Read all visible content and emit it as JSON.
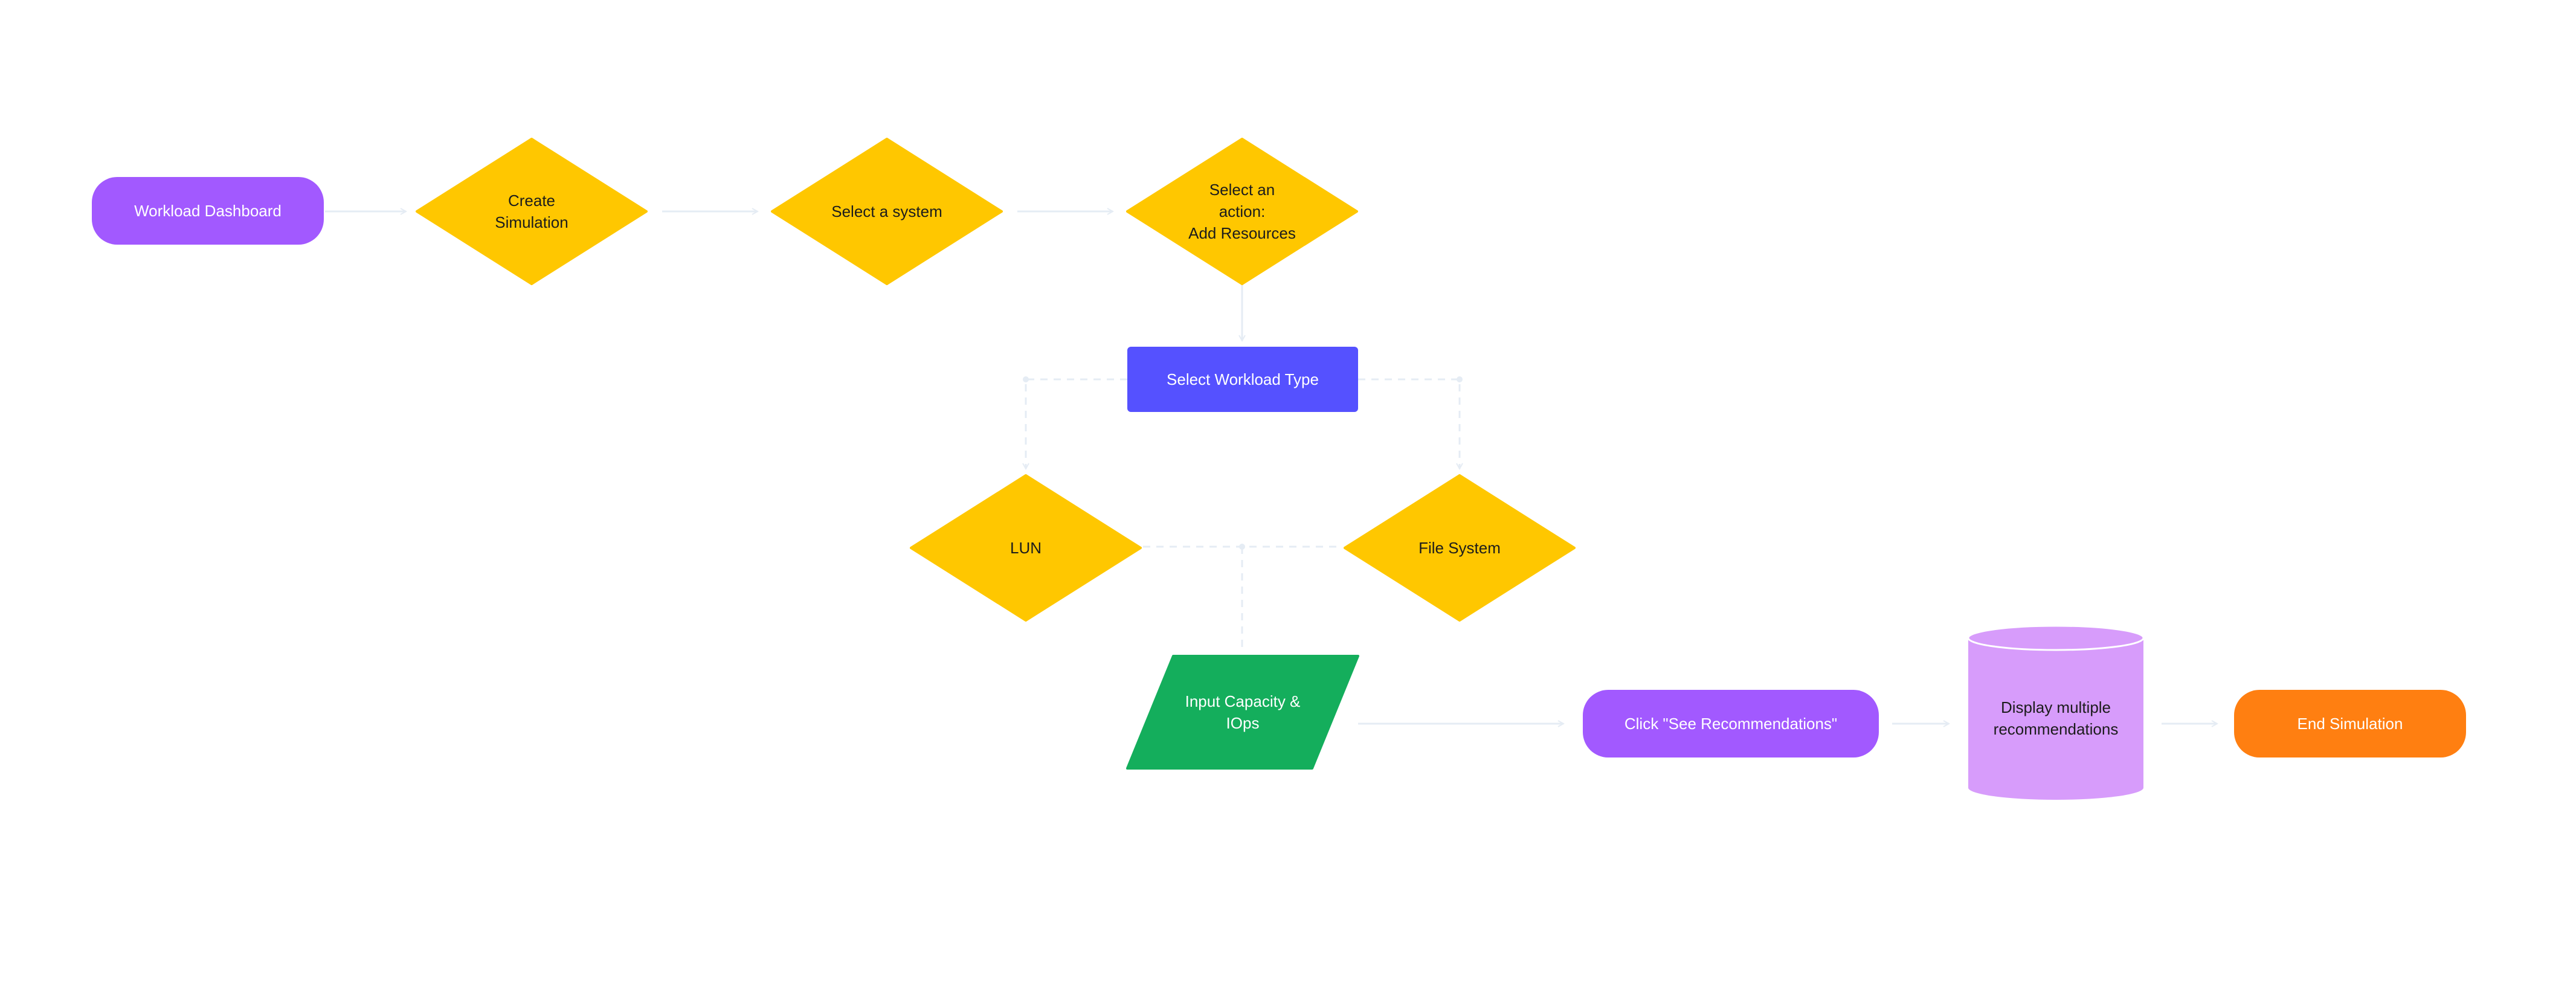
{
  "colors": {
    "pill_purple": "#a259ff",
    "diamond_yellow": "#ffc700",
    "rect_indigo": "#5551ff",
    "parallelogram_green": "#14ae5c",
    "cylinder_lilac": "#d79cfb",
    "pill_orange": "#ff7f11",
    "connector": "#e5ecf4"
  },
  "nodes": {
    "workload_dashboard": {
      "label": "Workload Dashboard"
    },
    "create_simulation": {
      "label": "Create\nSimulation"
    },
    "select_system": {
      "label": "Select a system"
    },
    "select_action": {
      "label": "Select an\naction:\nAdd Resources"
    },
    "select_workload_type": {
      "label": "Select Workload Type"
    },
    "lun": {
      "label": "LUN"
    },
    "file_system": {
      "label": "File System"
    },
    "input_capacity": {
      "label": "Input Capacity &\nIOps"
    },
    "click_recommendations": {
      "label": "Click \"See Recommendations\""
    },
    "display_recommendations": {
      "label": "Display multiple\nrecommendations"
    },
    "end_simulation": {
      "label": "End Simulation"
    }
  }
}
